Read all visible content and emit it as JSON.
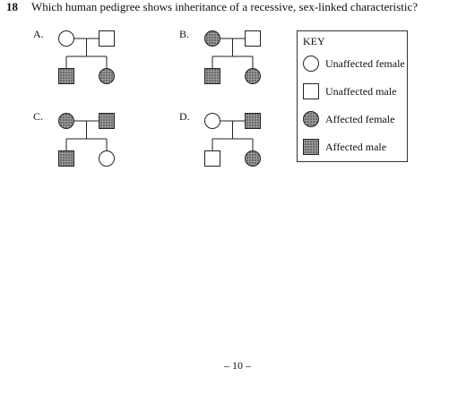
{
  "question": {
    "number": "18",
    "text": "Which human pedigree shows inheritance of a recessive, sex-linked characteristic?"
  },
  "options": [
    {
      "label": "A.",
      "mother": "unaffected-female",
      "father": "unaffected-male",
      "child_left": "affected-male",
      "child_right": "affected-female"
    },
    {
      "label": "B.",
      "mother": "affected-female",
      "father": "unaffected-male",
      "child_left": "affected-male",
      "child_right": "affected-female"
    },
    {
      "label": "C.",
      "mother": "affected-female",
      "father": "affected-male",
      "child_left": "affected-male",
      "child_right": "unaffected-female"
    },
    {
      "label": "D.",
      "mother": "unaffected-female",
      "father": "affected-male",
      "child_left": "unaffected-male",
      "child_right": "affected-female"
    }
  ],
  "key": {
    "title": "KEY",
    "items": [
      {
        "symbol": "unaffected-female",
        "label": "Unaffected female"
      },
      {
        "symbol": "unaffected-male",
        "label": "Unaffected male"
      },
      {
        "symbol": "affected-female",
        "label": "Affected female"
      },
      {
        "symbol": "affected-male",
        "label": "Affected male"
      }
    ]
  },
  "footer": {
    "page": "– 10 –"
  },
  "colors": {
    "fill_affected": "#8c8c8c",
    "stroke": "#222222"
  }
}
